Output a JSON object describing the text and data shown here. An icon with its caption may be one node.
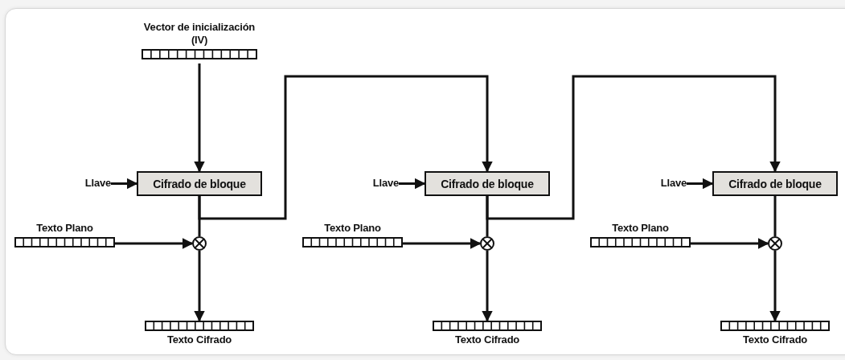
{
  "diagram": {
    "nodes": [
      {
        "text": [
          "Vector de inicialización (IV)"
        ]
      },
      {
        "text": [
          "Llave"
        ]
      },
      {
        "text": [
          "Cifrado de bloque"
        ]
      },
      {
        "text": [
          "Texto Plano"
        ]
      },
      {
        "text": [],
        "shape": "circle"
      },
      {
        "text": [
          "Texto Cifrado"
        ]
      },
      {
        "text": [
          "Llave"
        ]
      },
      {
        "text": [
          "Cifrado de bloque"
        ]
      },
      {
        "text": [
          "Texto Plano"
        ]
      },
      {
        "text": [],
        "shape": "circle"
      },
      {
        "text": [
          "Texto Cifrado"
        ]
      },
      {
        "text": [
          "Llave"
        ]
      },
      {
        "text": [
          "Cifrado de bloque"
        ]
      },
      {
        "text": [
          "Texto Plano"
        ]
      },
      {
        "text": [],
        "shape": "circle"
      },
      {
        "text": [
          "Texto Cifrado"
        ]
      }
    ],
    "edges": [
      {
        "from": 0,
        "to": 2,
        "arrow": "to"
      },
      {
        "from": 1,
        "to": 2,
        "arrow": "to"
      },
      {
        "from": 2,
        "to": 4,
        "arrow": "none"
      },
      {
        "from": 3,
        "to": 4,
        "arrow": "to"
      },
      {
        "from": 4,
        "to": 5,
        "arrow": "to"
      },
      {
        "from": 2,
        "to": 7,
        "arrow": "to"
      },
      {
        "from": 6,
        "to": 7,
        "arrow": "to"
      },
      {
        "from": 7,
        "to": 9,
        "arrow": "none"
      },
      {
        "from": 8,
        "to": 9,
        "arrow": "to"
      },
      {
        "from": 9,
        "to": 10,
        "arrow": "to"
      },
      {
        "from": 7,
        "to": 12,
        "arrow": "to"
      },
      {
        "from": 11,
        "to": 12,
        "arrow": "to"
      },
      {
        "from": 12,
        "to": 14,
        "arrow": "none"
      },
      {
        "from": 13,
        "to": 14,
        "arrow": "to"
      },
      {
        "from": 14,
        "to": 15,
        "arrow": "to"
      }
    ]
  }
}
